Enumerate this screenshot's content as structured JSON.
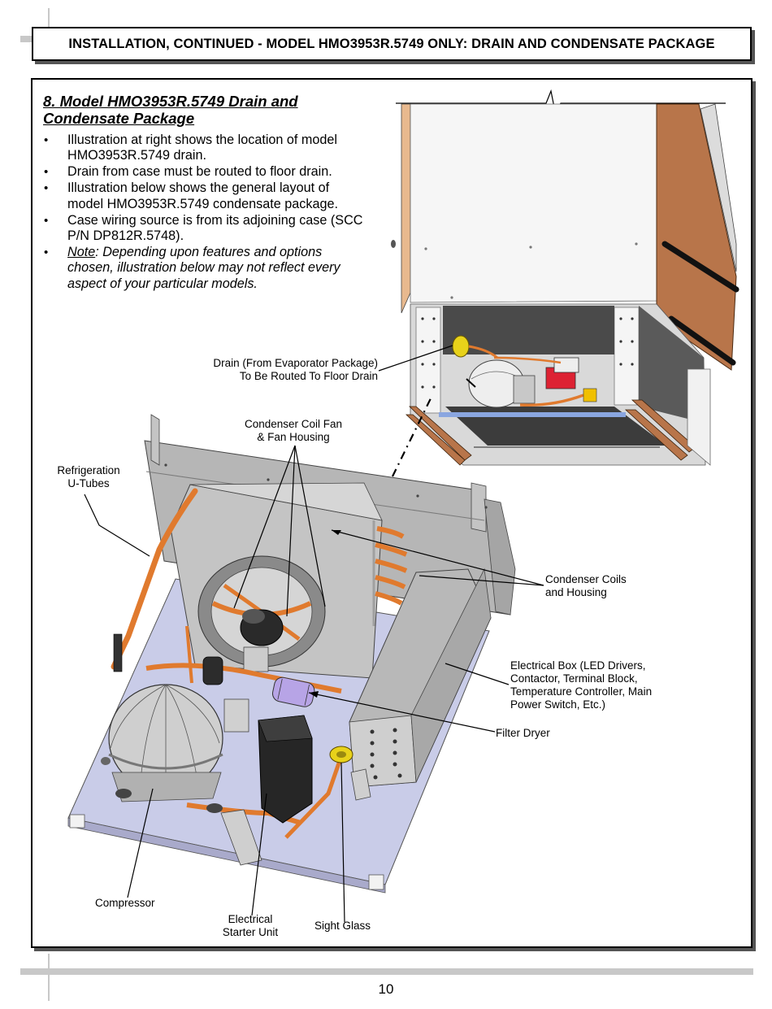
{
  "header": {
    "title": "INSTALLATION, CONTINUED - MODEL HMO3953R.5749 ONLY: DRAIN AND CONDENSATE PACKAGE"
  },
  "section": {
    "title": "8. Model HMO3953R.5749 Drain and Condensate Package",
    "bullets": [
      "Illustration at right shows the location of model HMO3953R.5749 drain.",
      "Drain from case must be routed to floor drain.",
      "Illustration below shows the general layout of model HMO3953R.5749 condensate package.",
      "Case wiring source is from its adjoining case (SCC P/N DP812R.5748)."
    ],
    "note_label": "Note",
    "note_text": ": Depending upon features and options chosen, illustration below may not reflect every aspect of your particular models."
  },
  "callouts": {
    "drain_1": "Drain (From Evaporator Package)",
    "drain_2": "To Be Routed To Floor Drain",
    "fan_1": "Condenser Coil Fan",
    "fan_2": "& Fan Housing",
    "utubes_1": "Refrigeration",
    "utubes_2": "U-Tubes",
    "coils_1": "Condenser Coils",
    "coils_2": "and Housing",
    "ebox_1": "Electrical Box (LED Drivers,",
    "ebox_2": "Contactor, Terminal Block,",
    "ebox_3": "Temperature Controller, Main",
    "ebox_4": "Power Switch, Etc.)",
    "filter": "Filter Dryer",
    "compressor": "Compressor",
    "starter_1": "Electrical",
    "starter_2": "Starter Unit",
    "sight": "Sight Glass"
  },
  "footer": {
    "page_number": "10"
  },
  "colors": {
    "copper": "#e07a2e",
    "base_plate": "#c9cce8",
    "wood": "#b8754a",
    "steel": "#b4b4b4"
  }
}
